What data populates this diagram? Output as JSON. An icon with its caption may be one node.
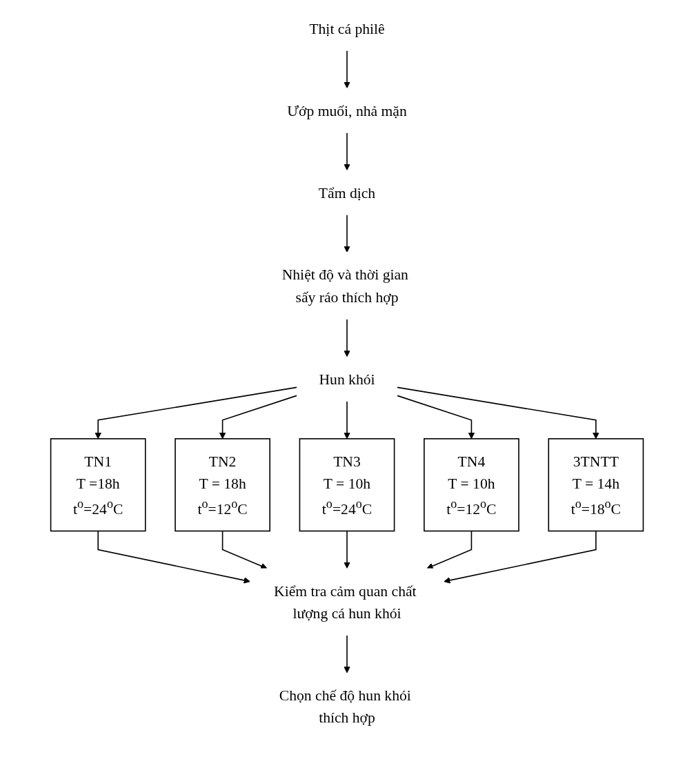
{
  "diagram": {
    "nodes": [
      {
        "text": [
          "Thịt cá philê"
        ]
      },
      {
        "text": [
          "Ướp muối, nhả mặn"
        ]
      },
      {
        "text": [
          "Tẩm dịch"
        ]
      },
      {
        "text": [
          "Nhiệt độ và thời gian sấy ráo thích hợp"
        ]
      },
      {
        "text": [
          "Hun khói"
        ]
      },
      {
        "text": [
          "TN1",
          "T =18h",
          "t$^{o}$=24$^{o}$C"
        ]
      },
      {
        "text": [
          "TN2",
          "T = 18h",
          "t$^{o}$=12$^{o}$C"
        ]
      },
      {
        "text": [
          "TN3",
          "T = 10h",
          "t$^{o}$=24$^{o}$C"
        ]
      },
      {
        "text": [
          "TN4",
          "T = 10h",
          "t$^{o}$=12$^{o}$C"
        ]
      },
      {
        "text": [
          "3TNTT",
          "T = 14h",
          "t$^{o}$=18$^{o}$C"
        ]
      },
      {
        "text": [
          "Kiểm tra cảm quan chất lượng cá hun khói"
        ]
      },
      {
        "text": [
          "Chọn chế độ hun khói thích hợp"
        ]
      }
    ],
    "edges": [
      {
        "from": 0,
        "to": 1,
        "arrow": "to"
      },
      {
        "from": 1,
        "to": 2,
        "arrow": "to"
      },
      {
        "from": 2,
        "to": 3,
        "arrow": "to"
      },
      {
        "from": 3,
        "to": 4,
        "arrow": "to"
      },
      {
        "from": 4,
        "to": 5,
        "arrow": "to"
      },
      {
        "from": 4,
        "to": 6,
        "arrow": "to"
      },
      {
        "from": 4,
        "to": 7,
        "arrow": "to"
      },
      {
        "from": 4,
        "to": 8,
        "arrow": "to"
      },
      {
        "from": 4,
        "to": 9,
        "arrow": "to"
      },
      {
        "from": 5,
        "to": 10,
        "arrow": "to"
      },
      {
        "from": 6,
        "to": 10,
        "arrow": "to"
      },
      {
        "from": 7,
        "to": 10,
        "arrow": "to"
      },
      {
        "from": 8,
        "to": 10,
        "arrow": "to"
      },
      {
        "from": 9,
        "to": 10,
        "arrow": "to"
      },
      {
        "from": 10,
        "to": 11,
        "arrow": "to"
      }
    ]
  }
}
